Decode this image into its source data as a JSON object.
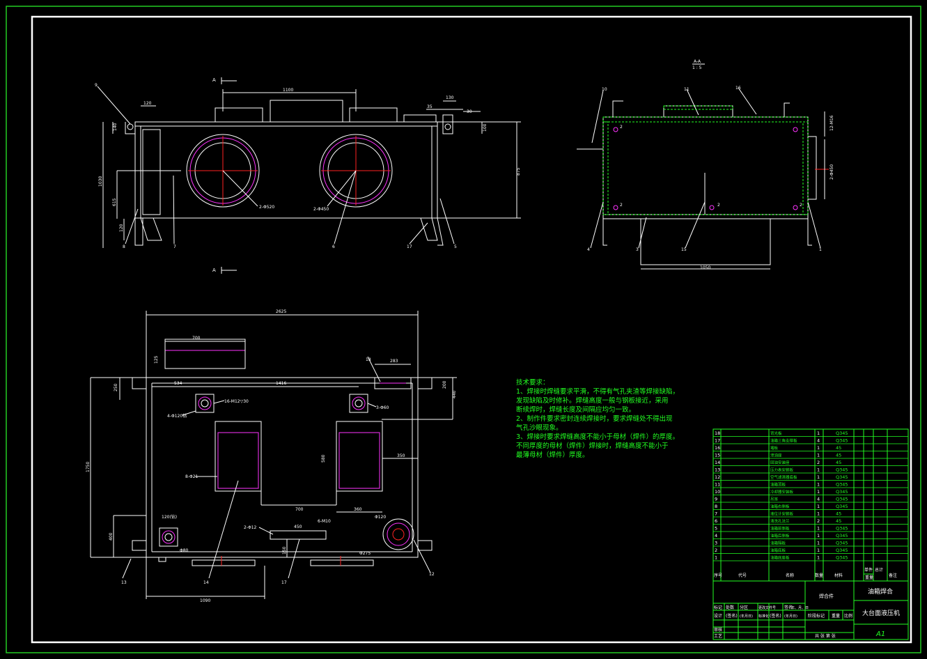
{
  "views": {
    "front": {
      "section_mark": "A",
      "dims": {
        "top_width": "1100",
        "left_offset": "120",
        "right_offset": "130",
        "small_35": "35",
        "small_30": "30",
        "left_140": "140",
        "right_100": "100",
        "height_total": "1030",
        "height_615": "615",
        "height_120": "120",
        "height_875": "875",
        "hole_big": "2-Φ520",
        "hole_small": "2-Φ450"
      },
      "balloons": [
        "9",
        "7",
        "6",
        "17",
        "5",
        "8"
      ]
    },
    "section": {
      "title": "A-A",
      "scale": "1 : 5",
      "dims": {
        "bottom": "1050",
        "right_top": "12-M16",
        "right_mid": "2-Φ450"
      },
      "balloons": [
        "10",
        "11",
        "16",
        "4",
        "3",
        "15",
        "1"
      ],
      "weld_mark": "2"
    },
    "plan": {
      "dims": {
        "top_total": "2625",
        "d700": "700",
        "d125": "125",
        "d283": "283",
        "d250": "250",
        "d534": "534",
        "d1416": "1416",
        "d200": "200",
        "d440": "440",
        "d1750": "1750",
        "d580": "580",
        "d350": "350",
        "d700b": "700",
        "d360": "360",
        "d400": "400",
        "d450": "450",
        "d150": "150",
        "d1090": "1090"
      },
      "callouts": {
        "hole_m12": "16-M12▽30",
        "hole_120": "4-Φ120钻",
        "hole_60": "3-Φ60",
        "hole_21": "8-Φ21",
        "hole_12": "2-Φ12",
        "hole_m10": "6-M10",
        "hole_120b": "Φ120",
        "hole_275": "Φ275",
        "hole_80": "Φ80",
        "hole_120c": "120(钻)"
      },
      "balloons": [
        "18",
        "13",
        "14",
        "12",
        "17"
      ]
    }
  },
  "tech_notes": {
    "title": "技术要求：",
    "lines": [
      "1、焊接时焊缝要求平滑，不得有气孔夹渣等焊接缺陷，",
      "发现缺陷及时修补。焊缝高度一般与钢板接近，采用",
      "断续焊时，焊缝长度及间隔应均匀一致。",
      "2、制作件要求密封连续焊接时，要求焊缝处不得出现",
      "气孔沙眼现象。",
      "3、焊接时要求焊缝高度不能小于母材（焊件）的厚度。",
      "不同厚度的母材（焊件）焊接时，焊缝高度不能小于",
      "最薄母材（焊件）厚度。"
    ]
  },
  "bom": {
    "rows": [
      {
        "no": "18",
        "name": "背光板",
        "qty": "1",
        "mat": "Q345"
      },
      {
        "no": "17",
        "name": "油箱三角支撑板",
        "qty": "4",
        "mat": "Q345"
      },
      {
        "no": "16",
        "name": "堵板",
        "qty": "1",
        "mat": "45"
      },
      {
        "no": "15",
        "name": "泄油座",
        "qty": "1",
        "mat": "45"
      },
      {
        "no": "14",
        "name": "回油安装座",
        "qty": "2",
        "mat": "45"
      },
      {
        "no": "13",
        "name": "压力表安装板",
        "qty": "1",
        "mat": "Q345"
      },
      {
        "no": "12",
        "name": "空气滤清器底板",
        "qty": "1",
        "mat": "Q345"
      },
      {
        "no": "11",
        "name": "油箱顶板",
        "qty": "1",
        "mat": "Q345"
      },
      {
        "no": "10",
        "name": "冷却器安装板",
        "qty": "1",
        "mat": "Q345"
      },
      {
        "no": "9",
        "name": "吊耳",
        "qty": "4",
        "mat": "Q345"
      },
      {
        "no": "8",
        "name": "油箱右侧板",
        "qty": "1",
        "mat": "Q345"
      },
      {
        "no": "7",
        "name": "液位计安装板",
        "qty": "1",
        "mat": "45"
      },
      {
        "no": "6",
        "name": "清洗孔法兰",
        "qty": "2",
        "mat": "45"
      },
      {
        "no": "5",
        "name": "油箱前侧板",
        "qty": "1",
        "mat": "Q345"
      },
      {
        "no": "4",
        "name": "油箱后侧板",
        "qty": "1",
        "mat": "Q345"
      },
      {
        "no": "3",
        "name": "油箱隔板",
        "qty": "1",
        "mat": "Q345"
      },
      {
        "no": "2",
        "name": "油箱底板",
        "qty": "1",
        "mat": "Q345"
      },
      {
        "no": "1",
        "name": "油箱底座板",
        "qty": "1",
        "mat": "Q345"
      }
    ],
    "header": {
      "no": "序号",
      "code": "代号",
      "name": "名称",
      "qty": "数量",
      "mat": "材料",
      "single": "单件",
      "total": "总计",
      "weight": "重量",
      "note": "备注"
    }
  },
  "title_block": {
    "assembly": "焊合件",
    "drawing_name": "油箱焊合",
    "machine": "大台面液压机",
    "size": "A1",
    "revision_row": [
      "标记",
      "处数",
      "分区",
      "更改文件号",
      "签名",
      "年、月、日"
    ],
    "design_row": [
      "设计",
      "(签名)",
      "(年月日)",
      "标准化",
      "(签名)",
      "(年月日)"
    ],
    "stage_row": [
      "阶段标记",
      "重量",
      "比例"
    ],
    "approve_row": [
      "审核",
      "工艺"
    ],
    "sheet_row": [
      "共 张 第 张"
    ]
  },
  "colors": {
    "background": "#000000",
    "line": "#ffffff",
    "green": "#22ff22",
    "magenta": "#ff33ff",
    "red": "#ff2222",
    "yellow": "#ffff55",
    "frame": "#22cc22"
  }
}
